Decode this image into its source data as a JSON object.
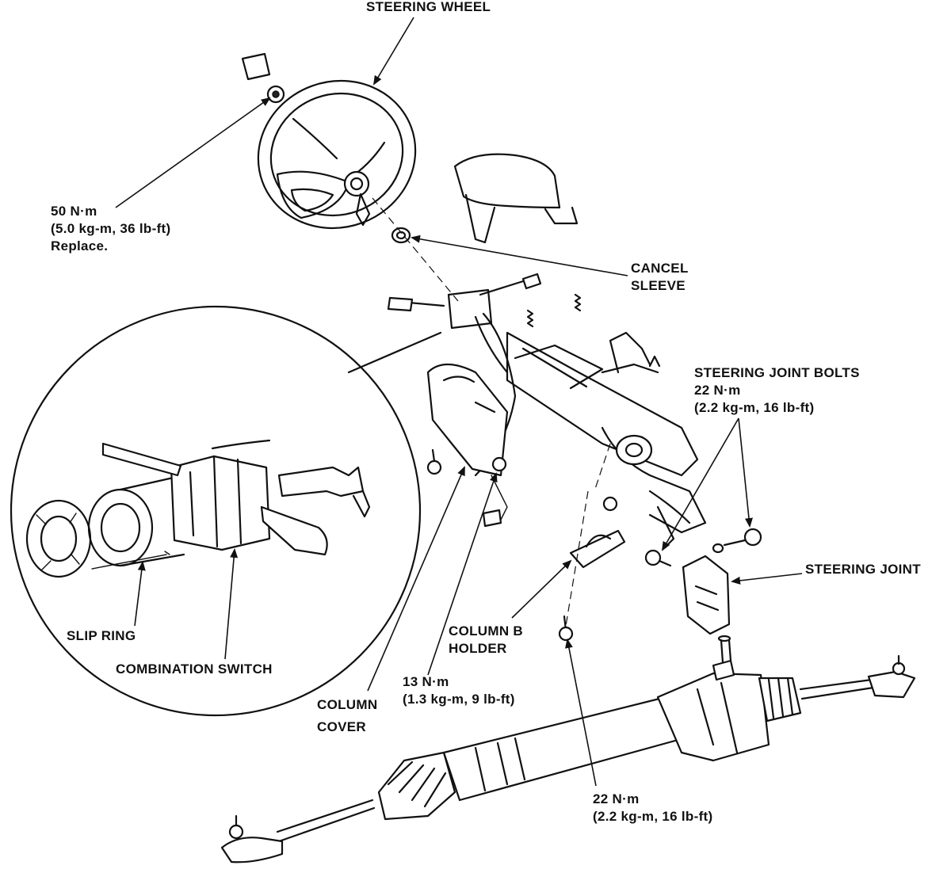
{
  "labels": {
    "steering_wheel": "STEERING WHEEL",
    "wheel_nut_torque": [
      "50 N·m",
      "(5.0 kg-m, 36 lb-ft)",
      "Replace."
    ],
    "cancel_sleeve": [
      "CANCEL",
      "SLEEVE"
    ],
    "steering_joint_bolts": [
      "STEERING JOINT BOLTS",
      "22 N·m",
      "(2.2 kg-m, 16 lb-ft)"
    ],
    "steering_joint": "STEERING JOINT",
    "slip_ring": "SLIP RING",
    "combination_switch": "COMBINATION SWITCH",
    "column_b_holder": [
      "COLUMN B",
      "HOLDER"
    ],
    "column_cover": [
      "COLUMN",
      "COVER"
    ],
    "column_torque": [
      "13 N·m",
      "(1.3 kg-m, 9 lb-ft)"
    ],
    "rack_torque": [
      "22 N·m",
      "(2.2 kg-m, 16 lb-ft)"
    ]
  }
}
